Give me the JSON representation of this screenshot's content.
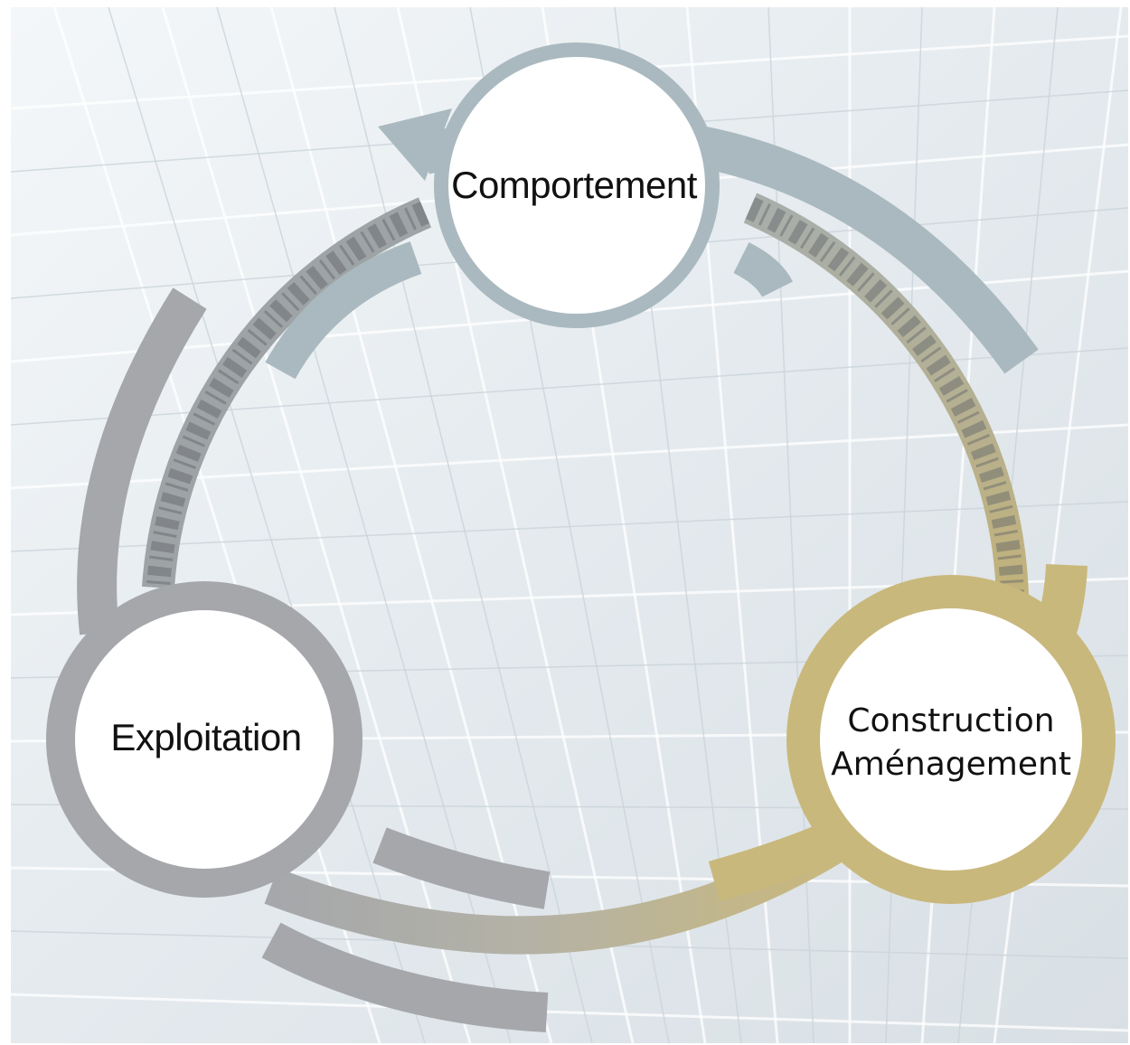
{
  "nodes": {
    "comportement": {
      "label": "Comportement",
      "color": "#a9b9bf"
    },
    "exploitation": {
      "label": "Exploitation",
      "color": "#a5a7ab"
    },
    "construction": {
      "line1": "Construction",
      "line2": "Aménagement",
      "color": "#c9b87c"
    }
  },
  "colors": {
    "background_sky": "#e9eef2",
    "ring_gray": "#a5a7ab",
    "ring_blue_gray": "#a9b9bf",
    "ring_gold": "#c9b87c",
    "node_fill": "#ffffff"
  }
}
